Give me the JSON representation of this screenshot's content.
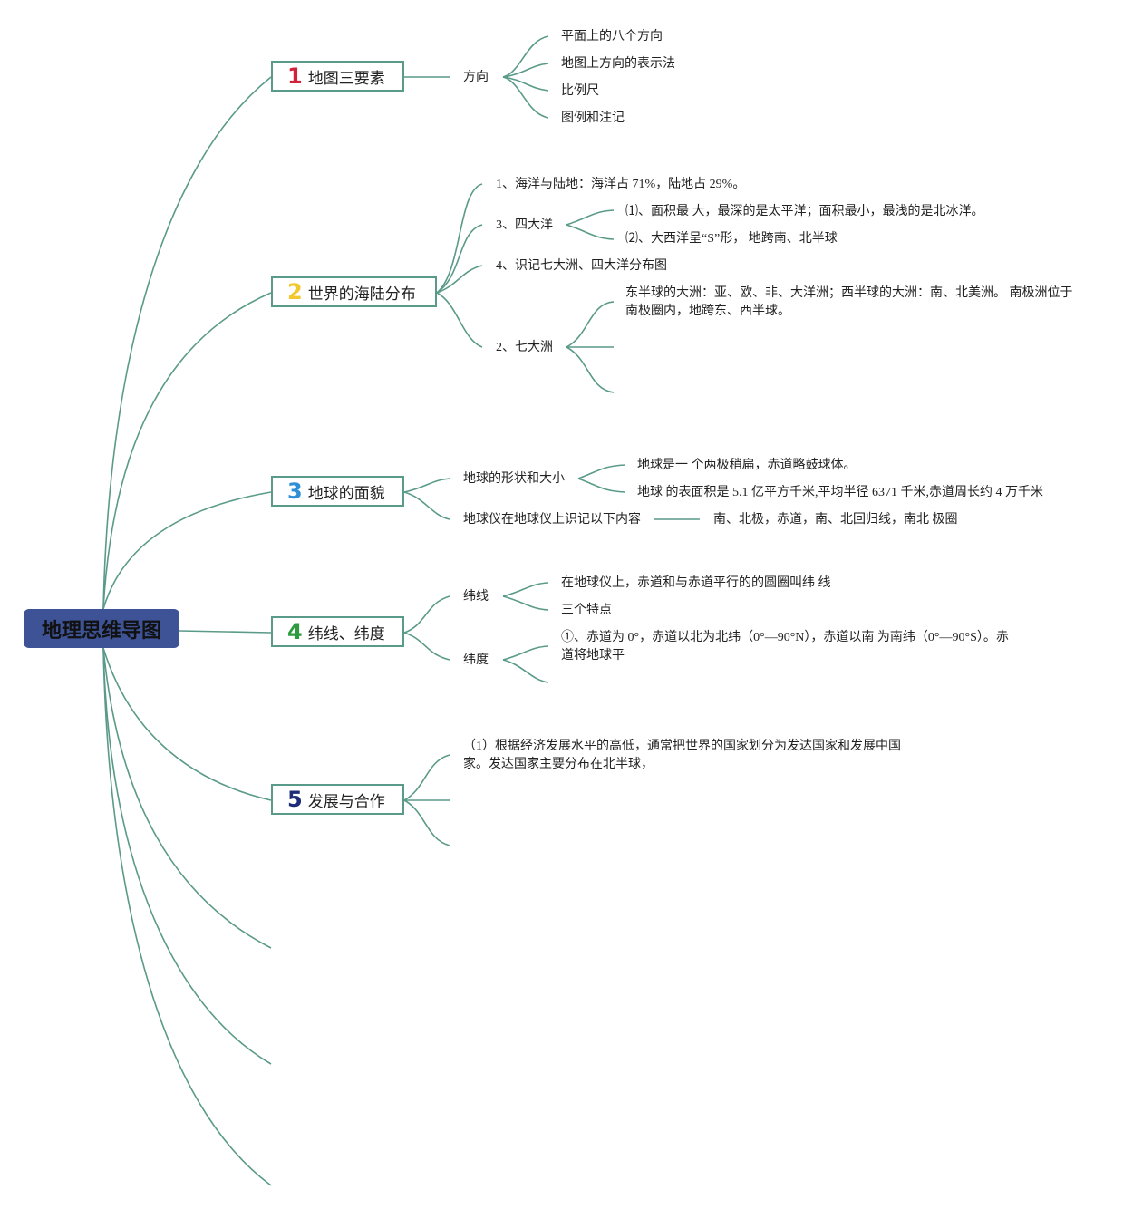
{
  "root": "地理思维导图",
  "colors": {
    "line": "#5a9a88",
    "root_bg": "#3e5395",
    "num1": "#d2213a",
    "num2": "#f2c82e",
    "num3": "#2f8fd6",
    "num4": "#2e9a3e",
    "num5": "#1f2a78"
  },
  "topics": [
    {
      "num": "1",
      "label": "地图三要素"
    },
    {
      "num": "2",
      "label": "世界的海陆分布"
    },
    {
      "num": "3",
      "label": "地球的面貌"
    },
    {
      "num": "4",
      "label": "纬线、纬度"
    },
    {
      "num": "5",
      "label": "发展与合作"
    }
  ],
  "t1": {
    "sub": "方向",
    "items": [
      "平面上的八个方向",
      "地图上方向的表示法",
      "比例尺",
      "图例和注记"
    ]
  },
  "t2": {
    "a": "1、海洋与陆地：海洋占 71%，陆地占 29%。",
    "b": "3、四大洋",
    "b1": "⑴、面积最 大，最深的是太平洋；面积最小，最浅的是北冰洋。",
    "b2": "⑵、大西洋呈“S”形， 地跨南、北半球",
    "c": "4、识记七大洲、四大洋分布图",
    "d": "2、七大洲",
    "d1": "东半球的大洲：亚、欧、非、大洋洲；西半球的大洲：南、北美洲。 南极洲位于南极圈内，地跨东、西半球。"
  },
  "t3": {
    "a": "地球的形状和大小",
    "a1": "地球是一 个两极稍扁，赤道略鼓球体。",
    "a2": "地球 的表面积是 5.1 亿平方千米,平均半径 6371 千米,赤道周长约 4 万千米",
    "b": "地球仪在地球仪上识记以下内容",
    "b1": "南、北极，赤道，南、北回归线，南北 极圈"
  },
  "t4": {
    "a": "纬线",
    "a1": "在地球仪上，赤道和与赤道平行的的圆圈叫纬 线",
    "a2": "三个特点",
    "b": "纬度",
    "b1": "①、赤道为 0°，赤道以北为北纬（0°—90°N），赤道以南 为南纬（0°—90°S）。赤道将地球平"
  },
  "t5": {
    "a": "（1）根据经济发展水平的高低，通常把世界的国家划分为发达国家和发展中国家。发达国家主要分布在北半球，"
  }
}
